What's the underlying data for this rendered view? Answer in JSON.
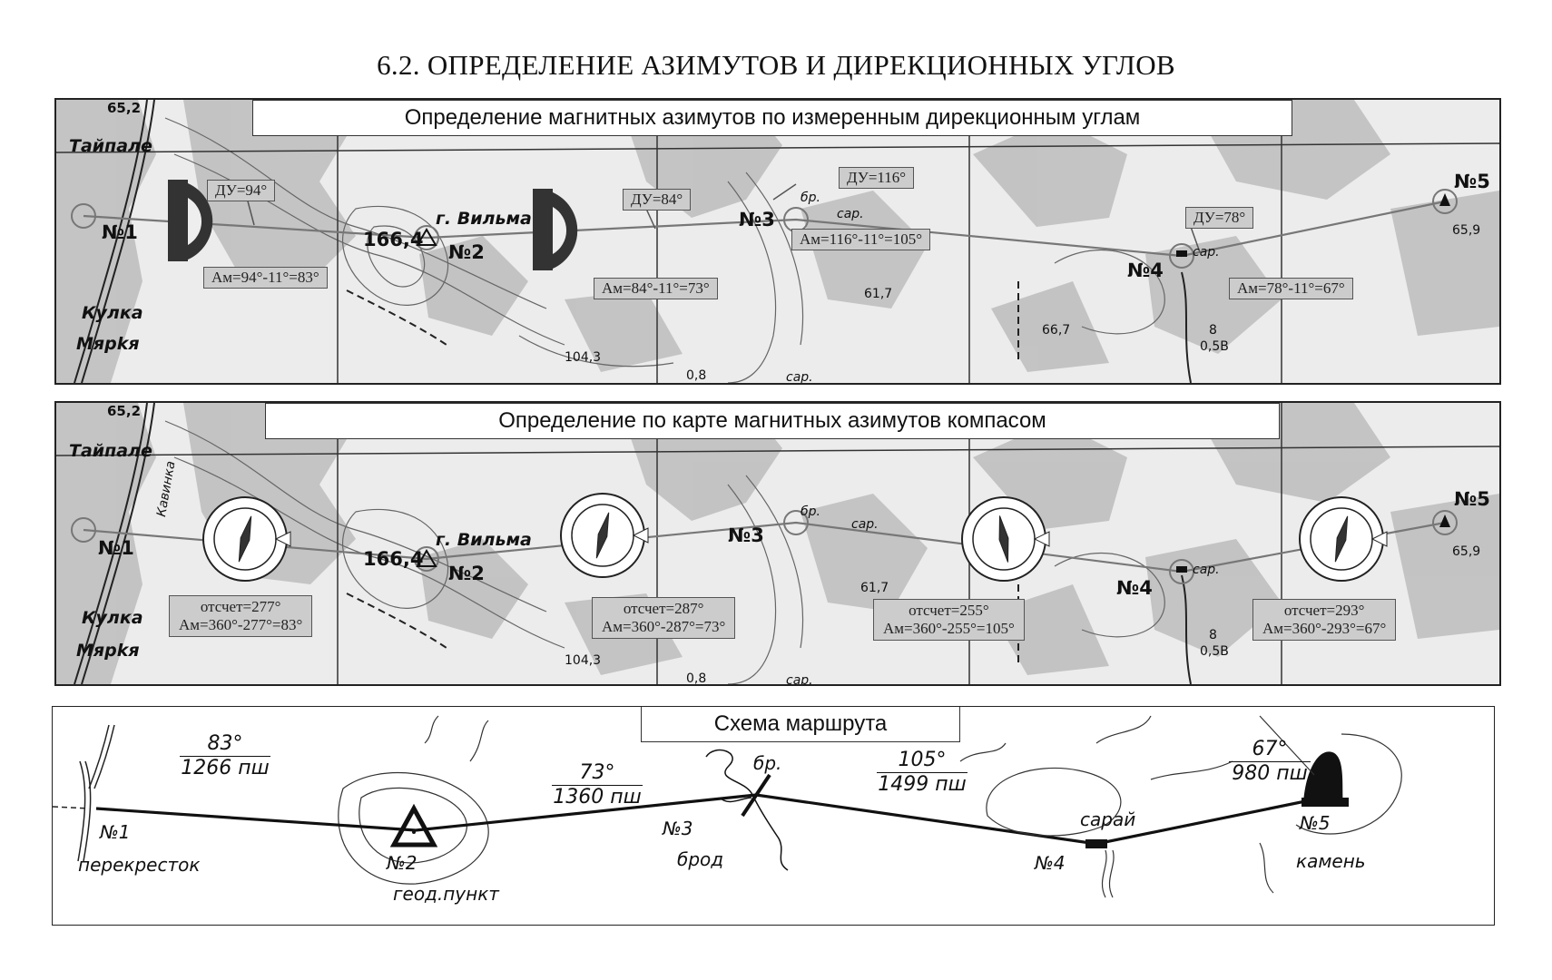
{
  "page_title": "6.2. ОПРЕДЕЛЕНИЕ АЗИМУТОВ И ДИРЕКЦИОННЫХ УГЛОВ",
  "panel1": {
    "title": "Определение магнитных азимутов по измеренным дирекционным углам",
    "du": [
      "ДУ=94°",
      "ДУ=84°",
      "ДУ=116°",
      "ДУ=78°"
    ],
    "am": [
      "Ам=94°-11°=83°",
      "Ам=84°-11°=73°",
      "Ам=116°-11°=105°",
      "Ам=78°-11°=67°"
    ]
  },
  "panel2": {
    "title": "Определение по карте магнитных азимутов компасом",
    "readings": [
      {
        "line1": "отсчет=277°",
        "line2": "Ам=360°-277°=83°"
      },
      {
        "line1": "отсчет=287°",
        "line2": "Ам=360°-287°=73°"
      },
      {
        "line1": "отсчет=255°",
        "line2": "Ам=360°-255°=105°"
      },
      {
        "line1": "отсчет=293°",
        "line2": "Ам=360°-293°=67°"
      }
    ]
  },
  "map_labels": {
    "elev_top": "65,2",
    "tajpale": "Тайпале",
    "kulka": "Кулка",
    "myarkya": "Мярkя",
    "kavinka": "Кавинка",
    "vilma": "г. Вильма",
    "h166": "166,4",
    "h104": "104,3",
    "h61": "61,7",
    "h66": "66,7",
    "h65": "65,9",
    "d08": "0,8",
    "br": "бр.",
    "sar": "сар.",
    "river_top": "8",
    "river_bottom": "0,5В",
    "n1": "№1",
    "n2": "№2",
    "n3": "№3",
    "n4": "№4",
    "n5": "№5"
  },
  "scheme": {
    "title": "Схема маршрута",
    "legs": [
      {
        "az": "83°",
        "dist": "1266 пш"
      },
      {
        "az": "73°",
        "dist": "1360 пш"
      },
      {
        "az": "105°",
        "dist": "1499 пш"
      },
      {
        "az": "67°",
        "dist": "980 пш"
      }
    ],
    "points": [
      {
        "num": "№1",
        "desc": "перекресток"
      },
      {
        "num": "№2",
        "desc": "геод.пункт"
      },
      {
        "num": "№3",
        "desc": "брод"
      },
      {
        "num": "№4",
        "desc": "сарай"
      },
      {
        "num": "№5",
        "desc": "камень"
      }
    ],
    "br_label": "бр."
  }
}
